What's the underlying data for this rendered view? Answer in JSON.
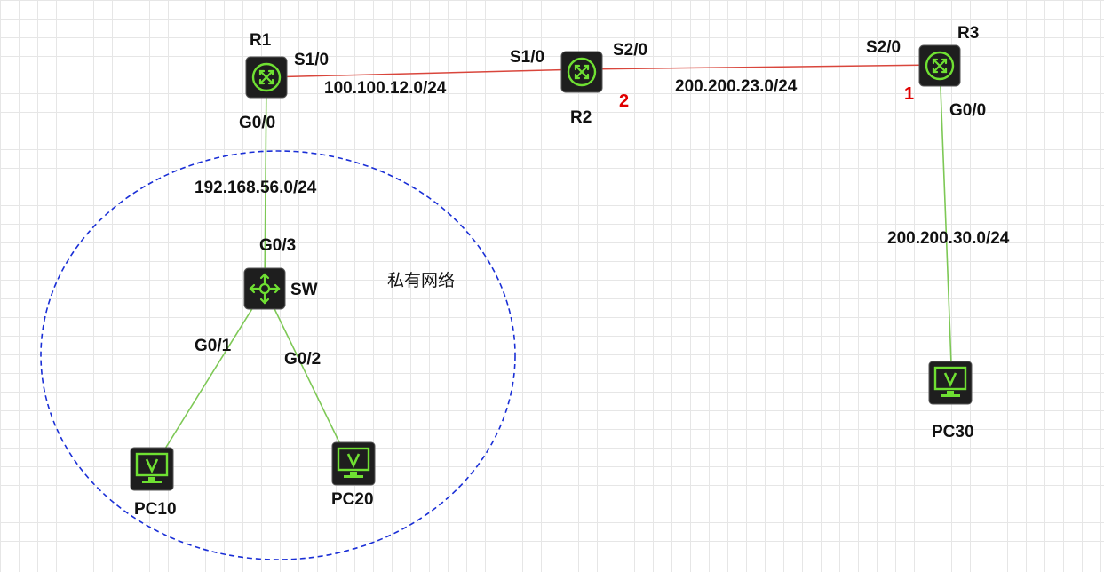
{
  "devices": {
    "r1": {
      "name": "R1",
      "type": "router"
    },
    "r2": {
      "name": "R2",
      "type": "router"
    },
    "r3": {
      "name": "R3",
      "type": "router"
    },
    "sw": {
      "name": "SW",
      "type": "switch"
    },
    "pc10": {
      "name": "PC10",
      "type": "pc"
    },
    "pc20": {
      "name": "PC20",
      "type": "pc"
    },
    "pc30": {
      "name": "PC30",
      "type": "pc"
    }
  },
  "ports": {
    "r1_s": "S1/0",
    "r1_g": "G0/0",
    "r2_s1": "S1/0",
    "r2_s2": "S2/0",
    "r3_s": "S2/0",
    "r3_g": "G0/0",
    "sw_g3": "G0/3",
    "sw_g1": "G0/1",
    "sw_g2": "G0/2"
  },
  "networks": {
    "r1_r2": "100.100.12.0/24",
    "r2_r3": "200.200.23.0/24",
    "lan_private": "192.168.56.0/24",
    "r3_pc30": "200.200.30.0/24"
  },
  "markers": {
    "r2": "2",
    "r3": "1"
  },
  "zone_label": "私有网络",
  "colors": {
    "serial_link": "#d9463c",
    "ethernet_link": "#7dc855",
    "private_zone": "#1a2fd6",
    "device_bg": "#1e1e1e",
    "device_accent": "#6fe032",
    "marker": "#e00000"
  },
  "icons": {
    "router": "router-icon",
    "switch": "switch-icon",
    "pc": "pc-monitor-icon"
  }
}
